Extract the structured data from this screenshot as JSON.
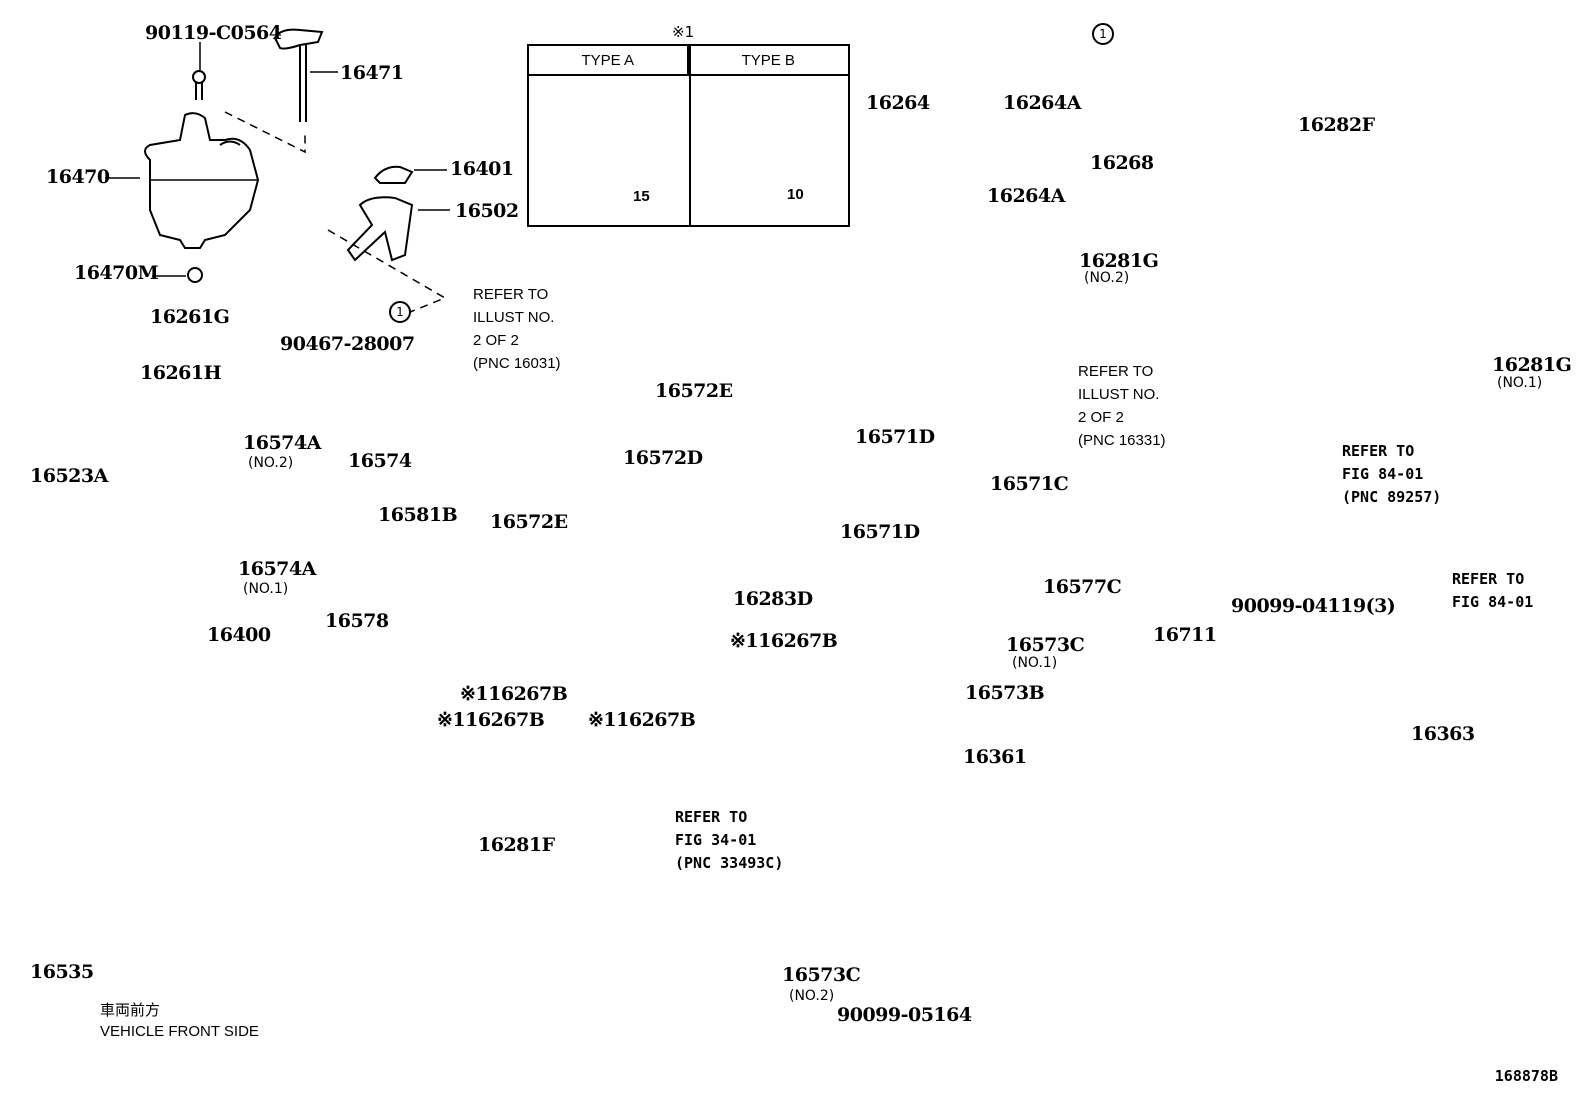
{
  "figure": {
    "figure_id": "168878B",
    "type_note": {
      "marker": "※1",
      "type_a": {
        "label": "TYPE A",
        "dimension": "15"
      },
      "type_b": {
        "label": "TYPE B",
        "dimension": "10"
      }
    },
    "vehicle_front": {
      "japanese": "車両前方",
      "english": "VEHICLE FRONT SIDE"
    },
    "circle_ref": "1"
  },
  "parts": [
    {
      "id": "p1",
      "code": "90119-C0564"
    },
    {
      "id": "p2",
      "code": "16471"
    },
    {
      "id": "p3",
      "code": "16470"
    },
    {
      "id": "p4",
      "code": "16470M"
    },
    {
      "id": "p5",
      "code": "16401"
    },
    {
      "id": "p6",
      "code": "16502"
    },
    {
      "id": "p7",
      "code": "16261G"
    },
    {
      "id": "p8",
      "code": "90467-28007"
    },
    {
      "id": "p9",
      "code": "16261H"
    },
    {
      "id": "p10",
      "code": "16523A"
    },
    {
      "id": "p11",
      "code": "16574A",
      "sub": "(NO.2)"
    },
    {
      "id": "p12",
      "code": "16574"
    },
    {
      "id": "p13",
      "code": "16581B"
    },
    {
      "id": "p14",
      "code": "16574A",
      "sub": "(NO.1)"
    },
    {
      "id": "p15",
      "code": "16578"
    },
    {
      "id": "p16",
      "code": "16400"
    },
    {
      "id": "p17",
      "code": "16572E"
    },
    {
      "id": "p18",
      "code": "16572D"
    },
    {
      "id": "p19",
      "code": "16572E"
    },
    {
      "id": "p20",
      "code": "16283D"
    },
    {
      "id": "p21",
      "code": "※116267B"
    },
    {
      "id": "p22",
      "code": "※116267B"
    },
    {
      "id": "p23",
      "code": "※116267B"
    },
    {
      "id": "p24",
      "code": "※116267B"
    },
    {
      "id": "p25",
      "code": "16281F"
    },
    {
      "id": "p26",
      "code": "16535"
    },
    {
      "id": "p27",
      "code": "16264"
    },
    {
      "id": "p28",
      "code": "16264A"
    },
    {
      "id": "p29",
      "code": "16264A"
    },
    {
      "id": "p30",
      "code": "16268"
    },
    {
      "id": "p31",
      "code": "16281G",
      "sub": "(NO.2)"
    },
    {
      "id": "p32",
      "code": "16282F"
    },
    {
      "id": "p33",
      "code": "16281G",
      "sub": "(NO.1)"
    },
    {
      "id": "p34",
      "code": "16571D"
    },
    {
      "id": "p35",
      "code": "16571C"
    },
    {
      "id": "p36",
      "code": "16571D"
    },
    {
      "id": "p37",
      "code": "16577C"
    },
    {
      "id": "p38",
      "code": "16573C",
      "sub": "(NO.1)"
    },
    {
      "id": "p39",
      "code": "16573B"
    },
    {
      "id": "p40",
      "code": "16361"
    },
    {
      "id": "p41",
      "code": "16573C",
      "sub": "(NO.2)"
    },
    {
      "id": "p42",
      "code": "90099-05164"
    },
    {
      "id": "p43",
      "code": "16711"
    },
    {
      "id": "p44",
      "code": "90099-04119(3)"
    },
    {
      "id": "p45",
      "code": "16363"
    }
  ],
  "references": [
    {
      "id": "r1",
      "text": "REFER TO\nILLUST NO.\n2 OF 2\n(PNC 16031)"
    },
    {
      "id": "r2",
      "text": "REFER TO\nILLUST NO.\n2 OF 2\n(PNC 16331)"
    },
    {
      "id": "r3",
      "text": "REFER TO\nFIG 34-01\n(PNC 33493C)"
    },
    {
      "id": "r4",
      "text": "REFER TO\nFIG 84-01\n(PNC 89257)"
    },
    {
      "id": "r5",
      "text": "REFER TO\nFIG 84-01"
    }
  ]
}
